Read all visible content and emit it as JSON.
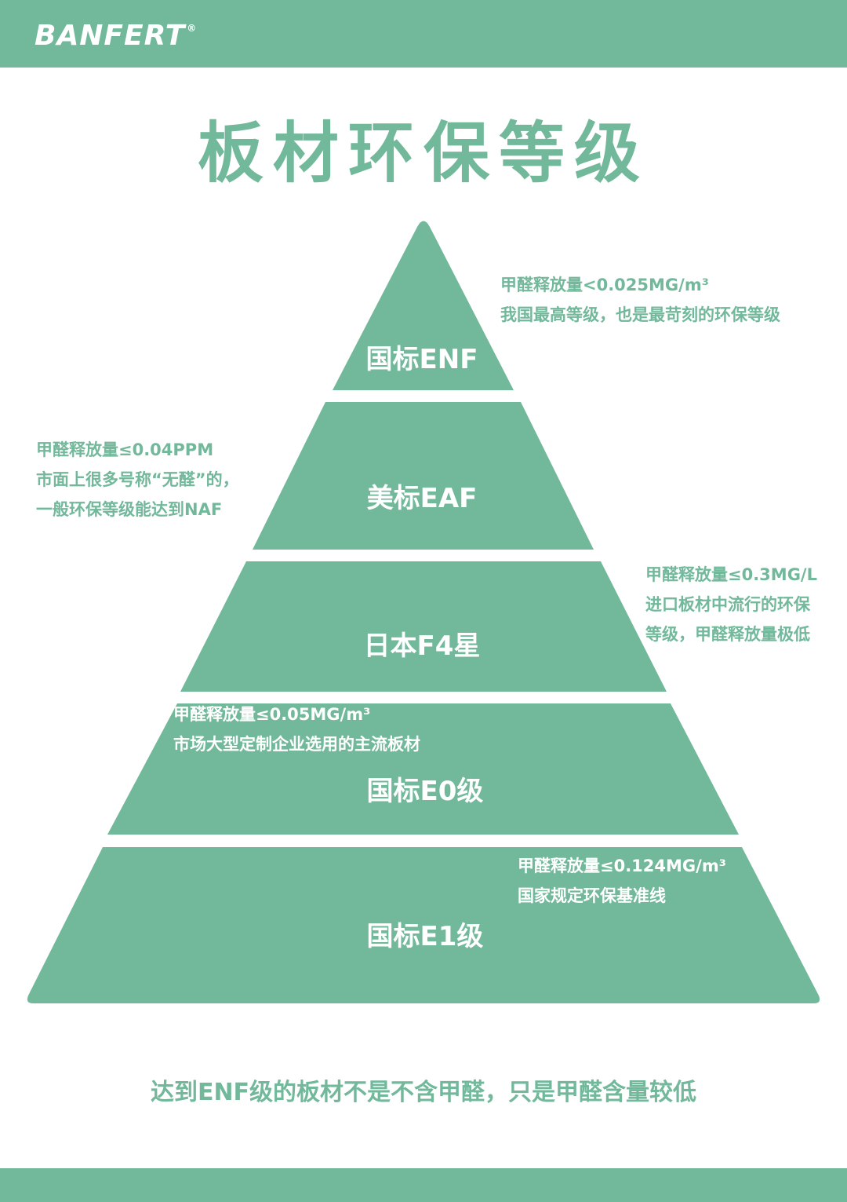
{
  "colors": {
    "green": "#72b89b",
    "white": "#ffffff"
  },
  "brand": {
    "logo": "BANFERT",
    "registered": "®"
  },
  "title": "板材环保等级",
  "tiers": [
    {
      "label": "国标ENF",
      "note": [
        "甲醛释放量<0.025MG/m³",
        "我国最高等级，也是最苛刻的环保等级"
      ]
    },
    {
      "label": "美标EAF",
      "note": [
        "甲醛释放量≤0.04PPM",
        "市面上很多号称“无醛”的，",
        "一般环保等级能达到NAF"
      ]
    },
    {
      "label": "日本F4星",
      "note": [
        "甲醛释放量≤0.3MG/L",
        "进口板材中流行的环保",
        "等级，甲醛释放量极低"
      ]
    },
    {
      "label": "国标E0级",
      "note": [
        "甲醛释放量≤0.05MG/m³",
        "市场大型定制企业选用的主流板材"
      ]
    },
    {
      "label": "国标E1级",
      "note": [
        "甲醛释放量≤0.124MG/m³",
        "国家规定环保基准线"
      ]
    }
  ],
  "footer": "达到ENF级的板材不是不含甲醛，只是甲醛含量较低"
}
